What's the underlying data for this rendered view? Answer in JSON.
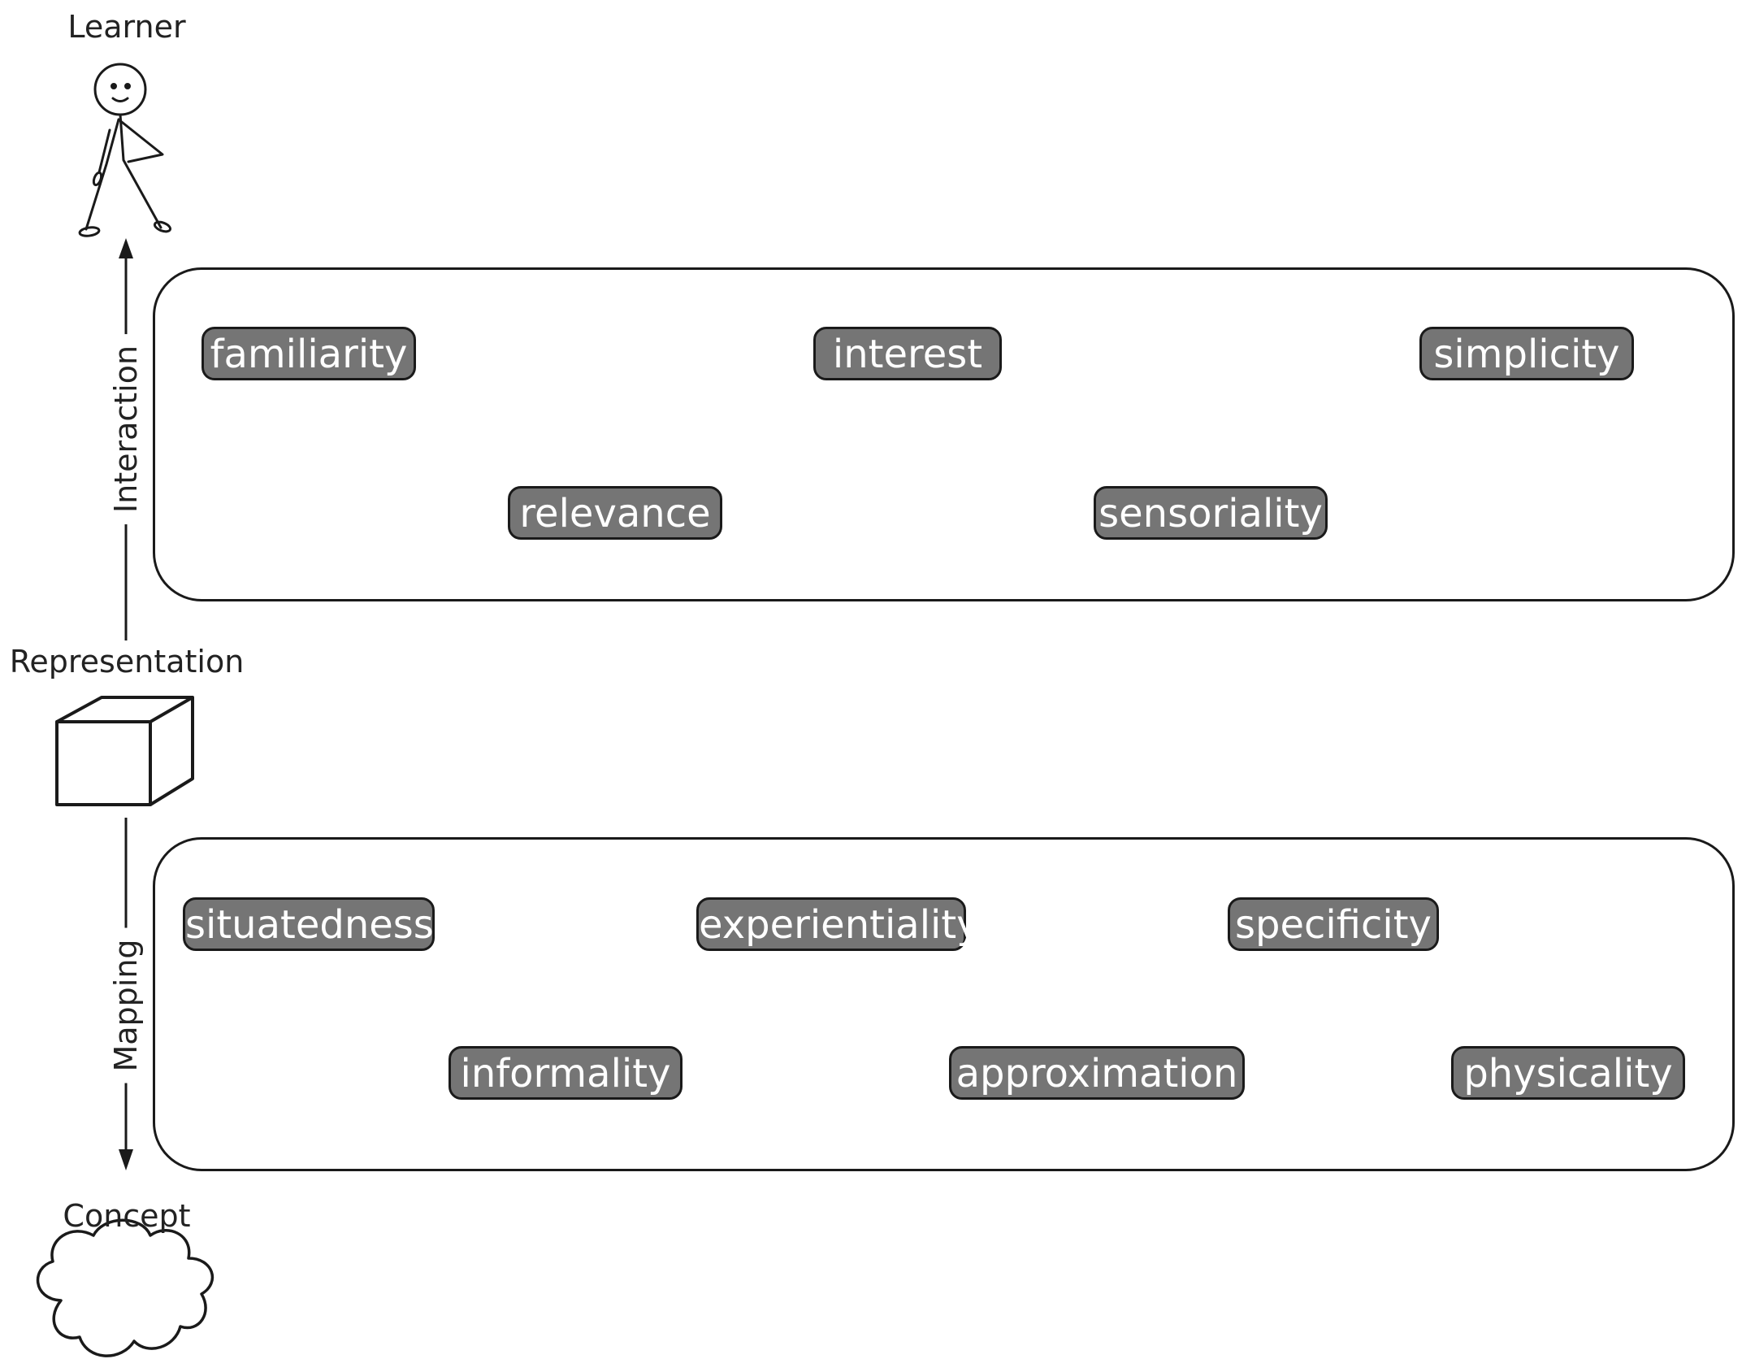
{
  "nodes": {
    "learner": "Learner",
    "representation": "Representation",
    "concept": "Concept"
  },
  "axes": {
    "interaction": "Interaction",
    "mapping": "Mapping"
  },
  "interaction_chips": [
    "familiarity",
    "interest",
    "simplicity",
    "relevance",
    "sensoriality"
  ],
  "mapping_chips": [
    "situatedness",
    "experientiality",
    "specificity",
    "informality",
    "approximation",
    "physicality"
  ],
  "icons": {
    "learner": "stick-figure-icon",
    "representation": "cube-icon",
    "concept": "cloud-icon"
  },
  "colors": {
    "chip_fill": "#757575",
    "stroke": "#1a1a1a"
  }
}
